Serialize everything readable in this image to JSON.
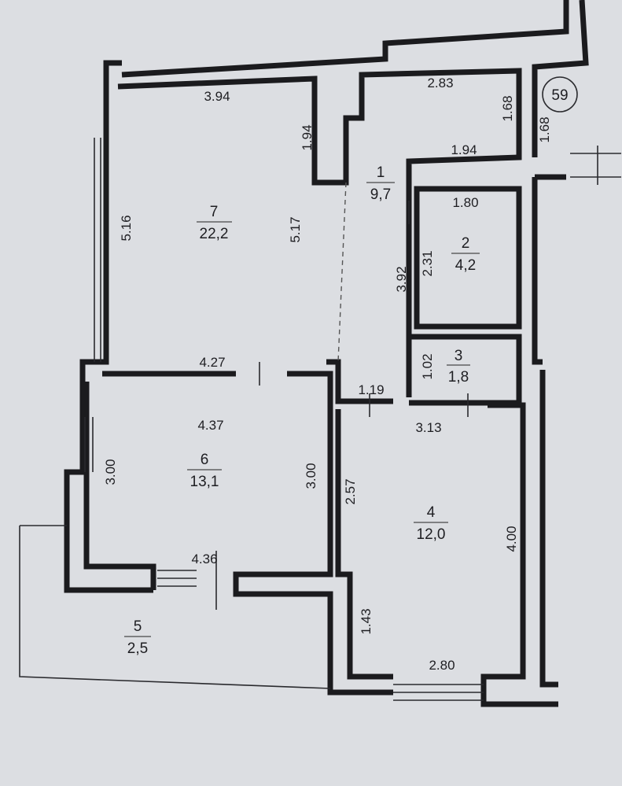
{
  "rooms": [
    {
      "number": "7",
      "area": "22,2"
    },
    {
      "number": "1",
      "area": "9,7"
    },
    {
      "number": "2",
      "area": "4,2"
    },
    {
      "number": "3",
      "area": "1,8"
    },
    {
      "number": "6",
      "area": "13,1"
    },
    {
      "number": "4",
      "area": "12,0"
    },
    {
      "number": "5",
      "area": "2,5"
    }
  ],
  "dimensions": [
    "3.94",
    "1.94",
    "5.17",
    "5.16",
    "2.83",
    "1.68",
    "1.68",
    "1.94",
    "1.80",
    "2.31",
    "3.92",
    "1.02",
    "4.27",
    "1.19",
    "3.13",
    "4.37",
    "3.00",
    "3.00",
    "2.57",
    "4.00",
    "4.36",
    "1.43",
    "2.80"
  ],
  "marker": "59"
}
